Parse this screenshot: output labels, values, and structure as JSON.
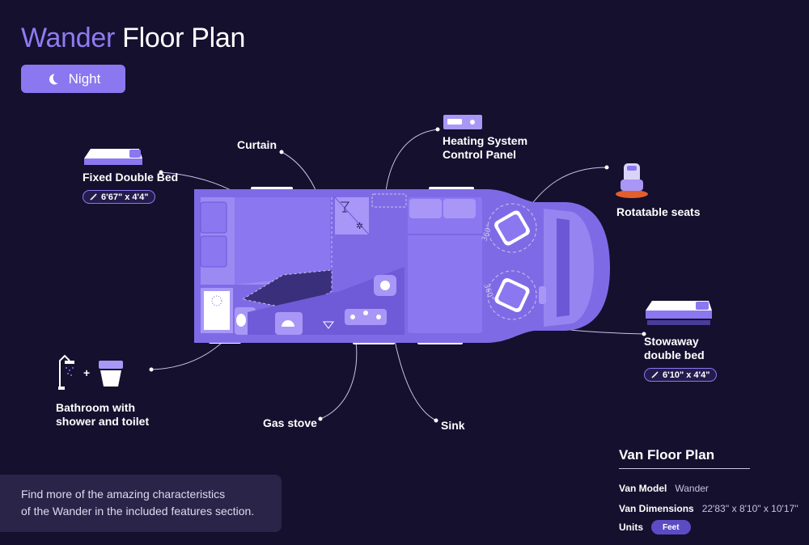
{
  "title": {
    "brand": "Wander",
    "rest": "Floor Plan"
  },
  "theme_button": {
    "label": "Night",
    "icon": "moon-icon"
  },
  "features": {
    "fixed_bed": {
      "label": "Fixed Double Bed",
      "size": "6'67\" x 4'4\""
    },
    "curtain": {
      "label": "Curtain"
    },
    "heating": {
      "line1": "Heating System",
      "line2": "Control Panel"
    },
    "seats": {
      "label": "Rotatable seats"
    },
    "stowaway_bed": {
      "line1": "Stowaway",
      "line2": "double bed",
      "size": "6'10\" x 4'4\""
    },
    "bathroom": {
      "line1": "Bathroom with",
      "line2": "shower and toilet"
    },
    "gas_stove": {
      "label": "Gas stove"
    },
    "sink": {
      "label": "Sink"
    }
  },
  "seat_angle_label": "360°",
  "info_text": {
    "line1": "Find more of the amazing characteristics",
    "line2": "of the Wander in the included features section."
  },
  "floor_plan_panel": {
    "title": "Van Floor Plan",
    "model_label": "Van Model",
    "model_value": "Wander",
    "dimensions_label": "Van Dimensions",
    "dimensions_value": "22'83'' x 8'10\" x 10'17''",
    "units_label": "Units",
    "units_value": "Feet"
  },
  "colors": {
    "background": "#15102e",
    "accent": "#8b77f0",
    "van_body": "#7f6ae6",
    "van_dark": "#5544b8",
    "van_light": "#a897f7",
    "leader_line": "#c9c4e6"
  }
}
